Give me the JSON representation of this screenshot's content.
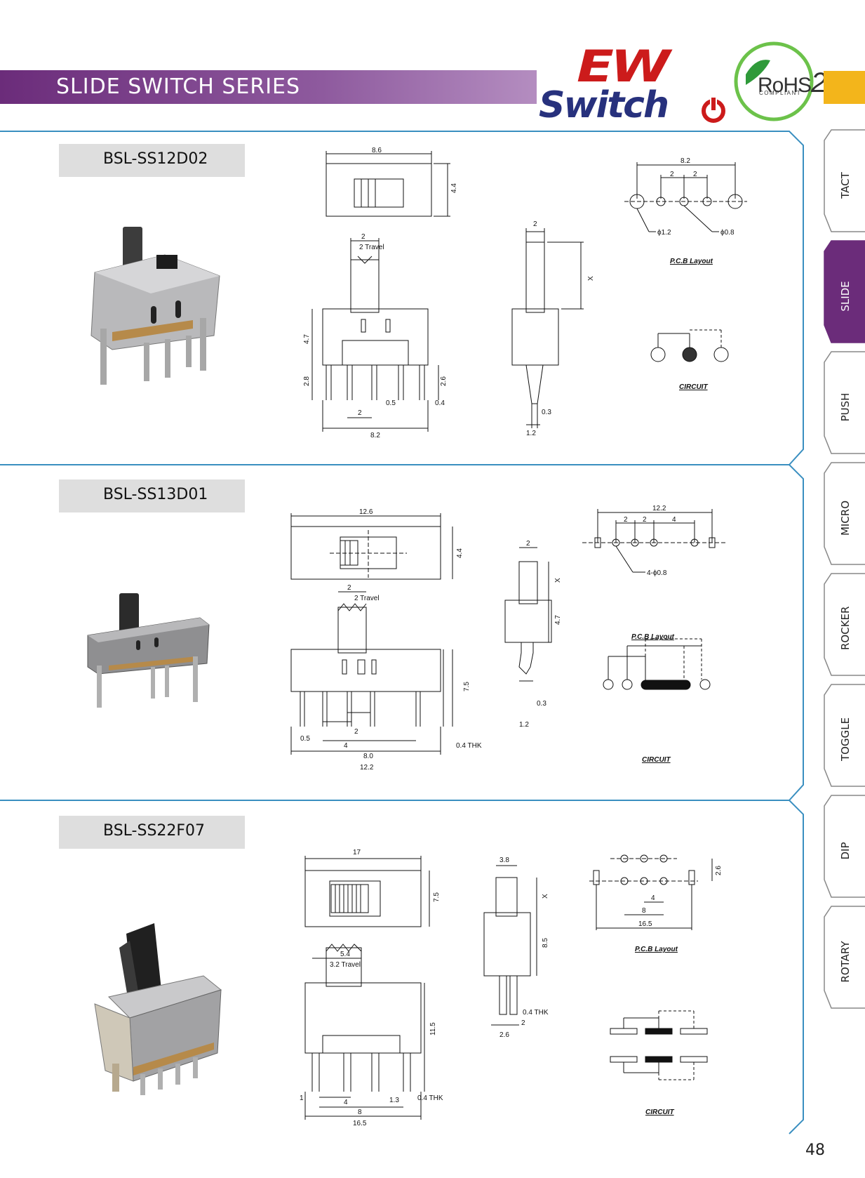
{
  "header": {
    "title": "SLIDE SWITCH  SERIES",
    "logo_top": "EW",
    "logo_bottom": "Switch",
    "rohs_text": "RoHS",
    "rohs_num": "2",
    "rohs_sub": "COMPLIANT"
  },
  "side_tabs": [
    {
      "label": "TACT",
      "active": false
    },
    {
      "label": "SLIDE",
      "active": true
    },
    {
      "label": "PUSH",
      "active": false
    },
    {
      "label": "MICRO",
      "active": false
    },
    {
      "label": "ROCKER",
      "active": false
    },
    {
      "label": "TOGGLE",
      "active": false
    },
    {
      "label": "DIP",
      "active": false
    },
    {
      "label": "ROTARY",
      "active": false
    }
  ],
  "products": [
    {
      "model": "BSL-SS12D02",
      "dims": {
        "top_w": "8.6",
        "top_h": "4.4",
        "pitch": "2",
        "travel": "2 Travel",
        "body_h": "4.7",
        "pin_h": "2.8",
        "pin_len": "2.6",
        "pin_pitch": "2",
        "pin_w": "0.5",
        "pin_t": "0.4",
        "body_w": "8.2",
        "side_w": "2",
        "side_x": "X",
        "side_pin": "0.3",
        "side_pin_w": "1.2"
      },
      "pcb": {
        "width": "8.2",
        "p1": "2",
        "p2": "2",
        "hole_big": "ϕ1.2",
        "hole_small": "ϕ0.8",
        "label": "P.C.B Layout"
      },
      "circuit_label": "CIRCUIT"
    },
    {
      "model": "BSL-SS13D01",
      "dims": {
        "top_w": "12.6",
        "top_h": "4.4",
        "pitch": "2",
        "travel": "2 Travel",
        "body_h": "7.5",
        "pin_w": "0.5",
        "pin_pitch": "2",
        "pin_span": "4",
        "pin_t": "0.4 THK",
        "inner_w": "8.0",
        "body_w": "12.2",
        "side_w": "2",
        "side_x": "X",
        "side_h": "4.7",
        "side_pin": "0.3",
        "side_pin_w": "1.2"
      },
      "pcb": {
        "width": "12.2",
        "p1": "2",
        "p2": "2",
        "p3": "4",
        "holes": "4-ϕ0.8",
        "label": "P.C.B Layout"
      },
      "circuit_label": "CIRCUIT"
    },
    {
      "model": "BSL-SS22F07",
      "dims": {
        "top_w": "17",
        "top_h": "7.5",
        "pitch": "5.4",
        "travel": "3.2 Travel",
        "body_h": "11.5",
        "pin_w": "1",
        "pin_pitch": "4",
        "pin_span": "8",
        "pin_t": "0.4 THK",
        "pin_off": "1.3",
        "body_w": "16.5",
        "side_w": "3.8",
        "side_x": "X",
        "side_h": "8.5",
        "side_thk": "0.4 THK",
        "side_pin": "2",
        "side_pin_w": "2.6"
      },
      "pcb": {
        "h": "2.6",
        "p": "4",
        "span": "8",
        "width": "16.5",
        "label": "P.C.B Layout"
      },
      "circuit_label": "CIRCUIT"
    }
  ],
  "page_number": "48",
  "colors": {
    "accent": "#6b2c7a",
    "section_line": "#3a8fc0",
    "yellow": "#f3b51b",
    "logo_red": "#cc1b1b",
    "logo_blue": "#27317d"
  }
}
